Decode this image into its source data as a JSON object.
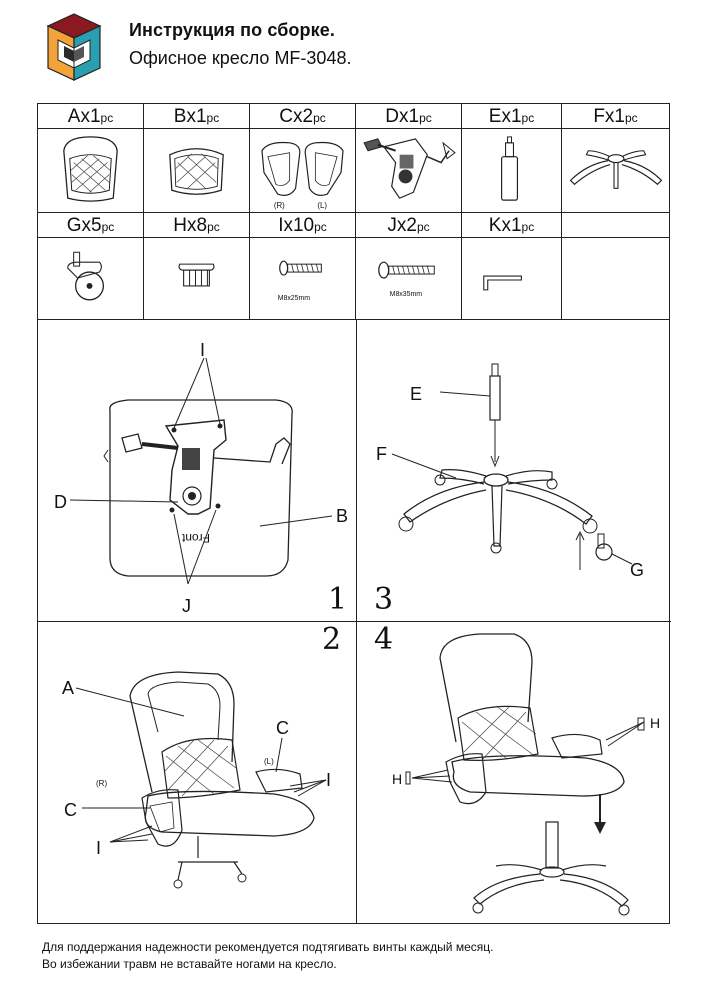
{
  "header": {
    "title": "Инструкция по сборке.",
    "subtitle": "Офисное кресло MF-3048."
  },
  "parts": [
    {
      "letter": "A",
      "qty": "x1",
      "unit": "pc"
    },
    {
      "letter": "B",
      "qty": "x1",
      "unit": "pc"
    },
    {
      "letter": "C",
      "qty": "x2",
      "unit": "pc",
      "labels": [
        "(R)",
        "(L)"
      ]
    },
    {
      "letter": "D",
      "qty": "x1",
      "unit": "pc"
    },
    {
      "letter": "E",
      "qty": "x1",
      "unit": "pc"
    },
    {
      "letter": "F",
      "qty": "x1",
      "unit": "pc"
    },
    {
      "letter": "G",
      "qty": "x5",
      "unit": "pc"
    },
    {
      "letter": "H",
      "qty": "x8",
      "unit": "pc"
    },
    {
      "letter": "I",
      "qty": "x10",
      "unit": "pc",
      "size": "M8x25mm"
    },
    {
      "letter": "J",
      "qty": "x2",
      "unit": "pc",
      "size": "M8x35mm"
    },
    {
      "letter": "K",
      "qty": "x1",
      "unit": "pc"
    }
  ],
  "steps": [
    {
      "number": "1",
      "labels": {
        "I": "I",
        "D": "D",
        "B": "B",
        "J": "J",
        "front": "Front"
      }
    },
    {
      "number": "2",
      "labels": {
        "A": "A",
        "C_left": "C",
        "C_right": "C",
        "R": "(R)",
        "L": "(L)",
        "I_left": "I",
        "I_right": "I"
      }
    },
    {
      "number": "3",
      "labels": {
        "E": "E",
        "F": "F",
        "G": "G"
      }
    },
    {
      "number": "4",
      "labels": {
        "H_left": "H",
        "H_right": "H"
      }
    }
  ],
  "notes": [
    "Для поддержания надежности рекомендуется подтягивать винты каждый месяц.",
    "Во избежании травм не вставайте ногами на кресло."
  ],
  "colors": {
    "logo_top": "#8a1a1f",
    "logo_left": "#f2a33a",
    "logo_right": "#2a9fb0",
    "logo_center": "#ffffff"
  }
}
